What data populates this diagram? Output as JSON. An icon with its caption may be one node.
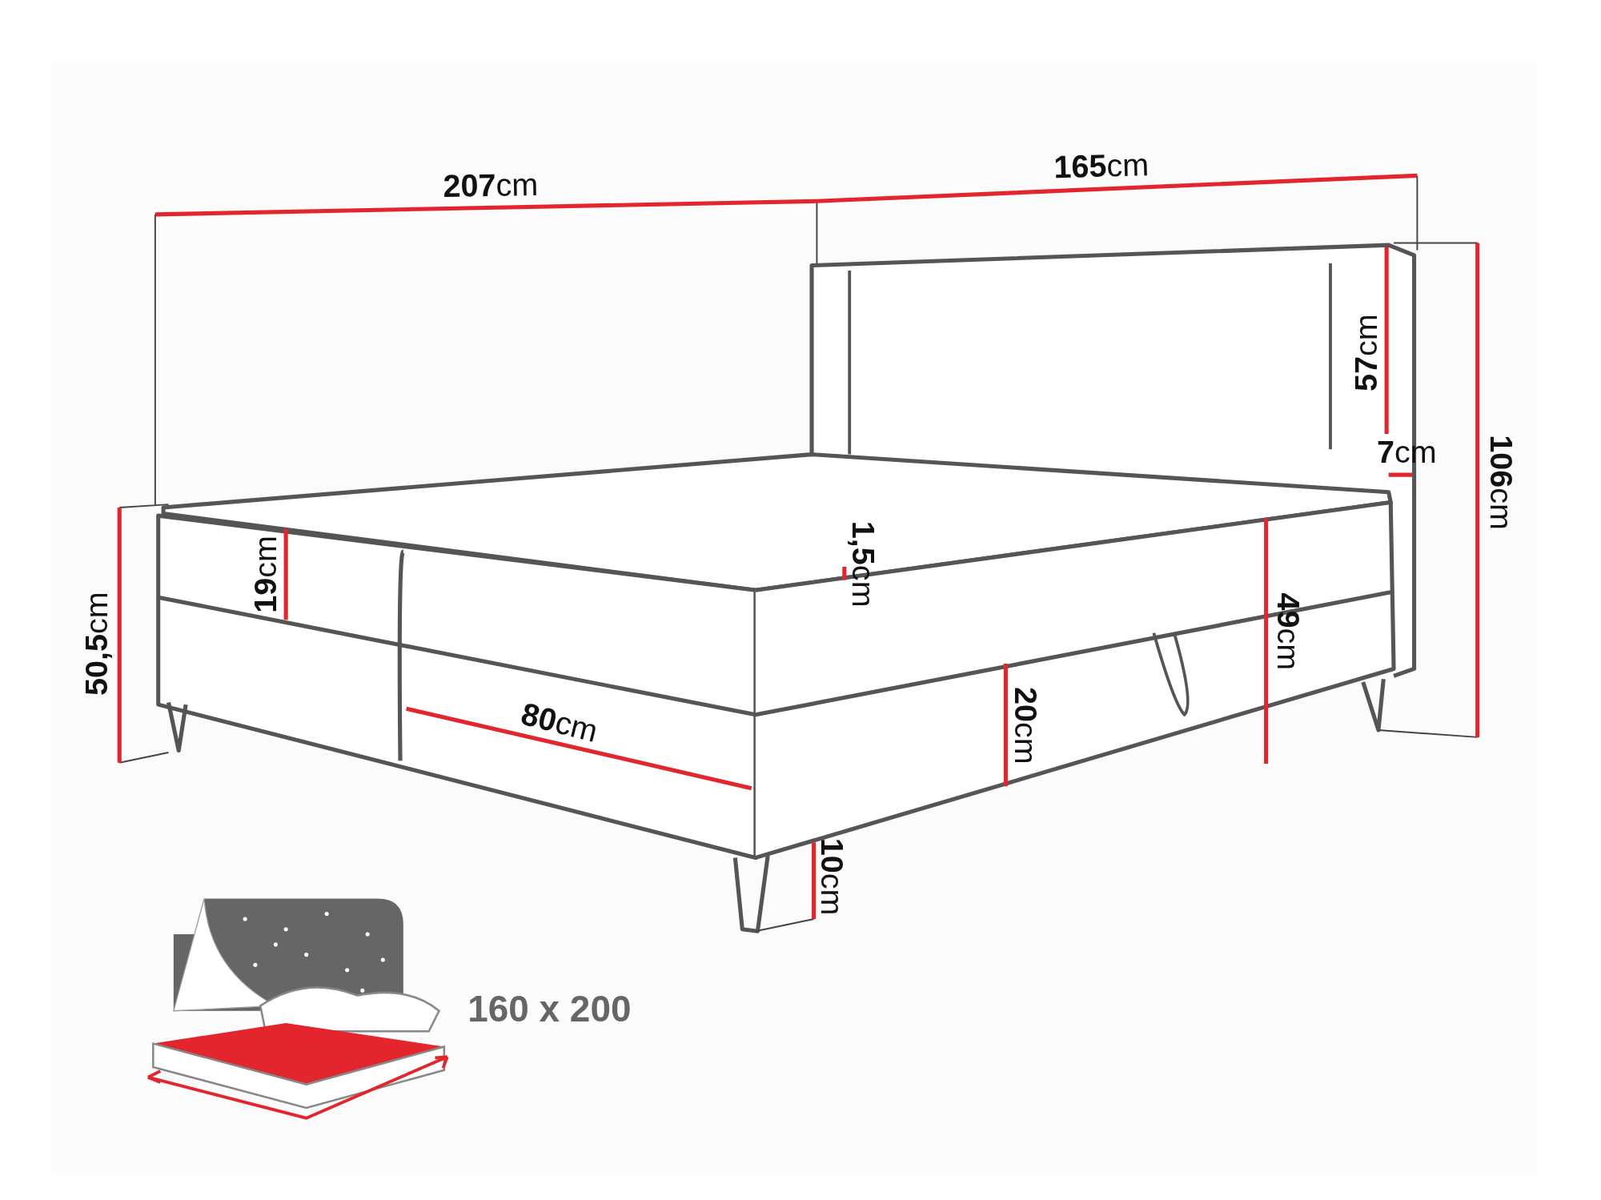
{
  "diagram": {
    "labels": [
      "**207**cm",
      "**165**cm",
      "**57**cm",
      "**7**cm",
      "**106**cm",
      "**1,5**cm",
      "**19**cm",
      "**50,5**cm",
      "**49**cm",
      "**20**cm",
      "**80**cm",
      "**10**cm",
      "160 x 200"
    ]
  }
}
